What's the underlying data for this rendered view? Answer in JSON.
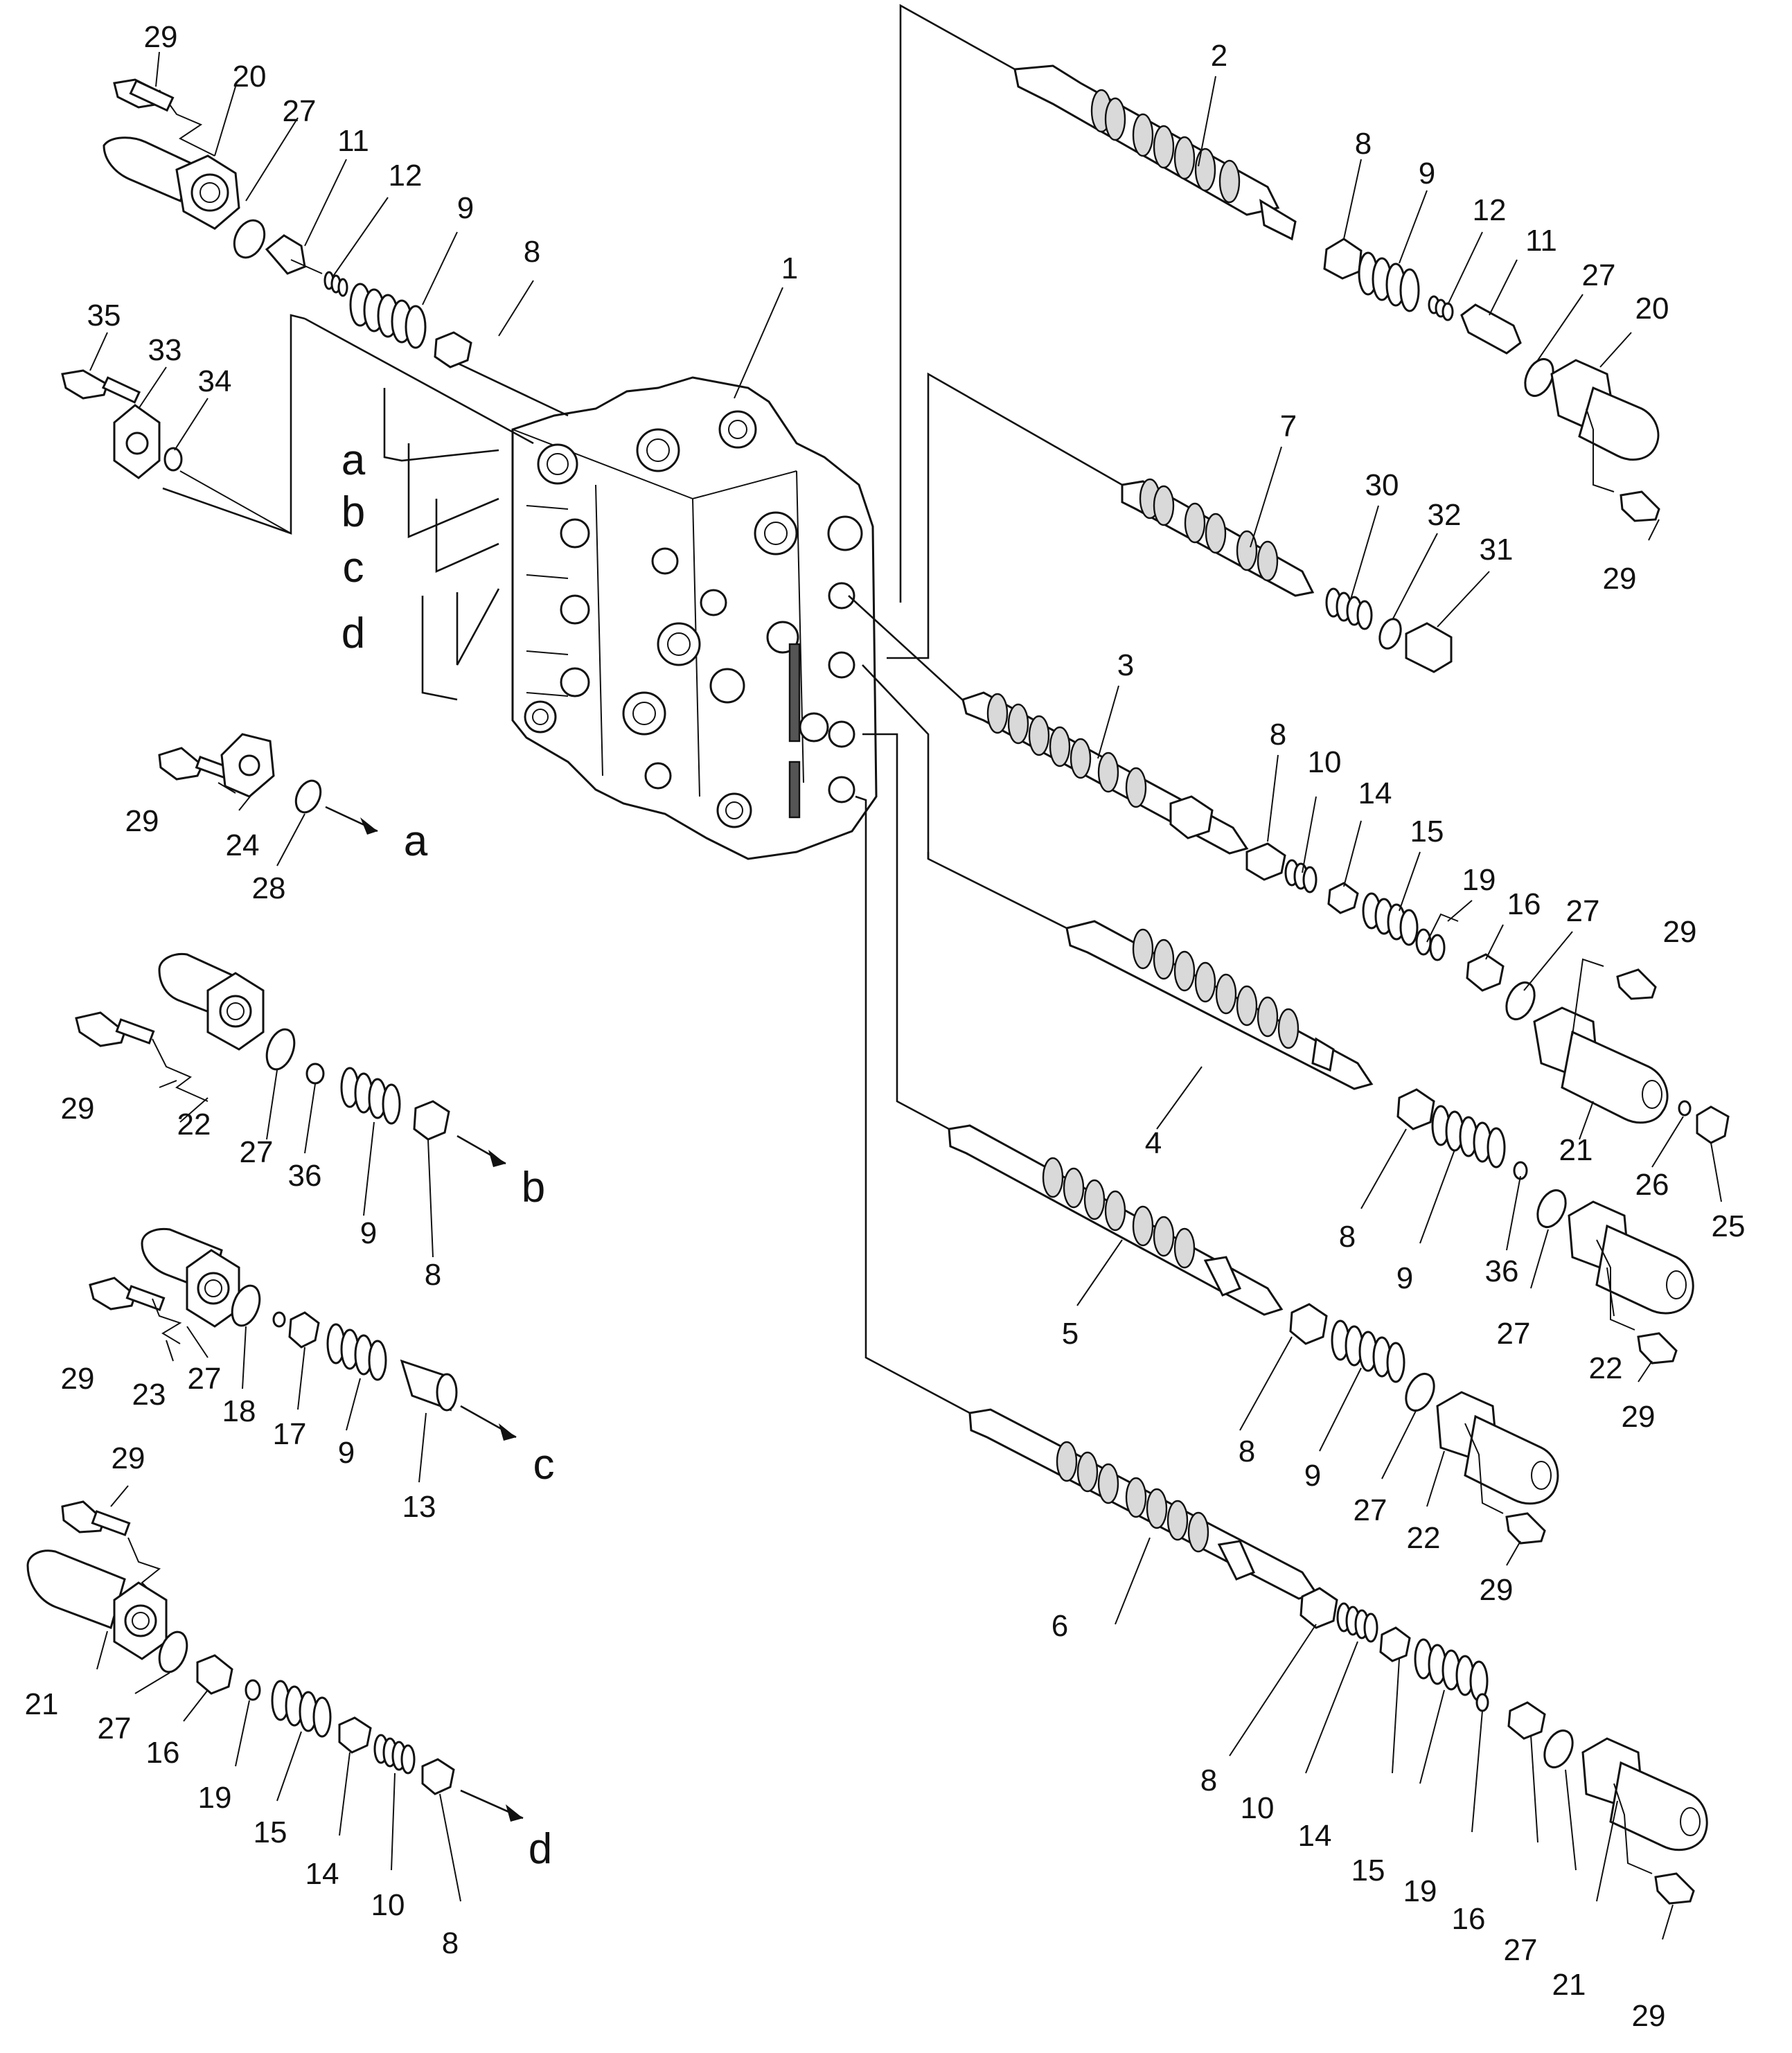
{
  "figure": {
    "ports": [
      "a",
      "b",
      "c",
      "d"
    ],
    "callouts": [
      {
        "text": "29"
      },
      {
        "text": "20"
      },
      {
        "text": "27"
      },
      {
        "text": "11"
      },
      {
        "text": "12"
      },
      {
        "text": "9"
      },
      {
        "text": "8"
      },
      {
        "text": "1"
      },
      {
        "text": "35"
      },
      {
        "text": "33"
      },
      {
        "text": "34"
      },
      {
        "text": "2"
      },
      {
        "text": "8"
      },
      {
        "text": "9"
      },
      {
        "text": "12"
      },
      {
        "text": "11"
      },
      {
        "text": "27"
      },
      {
        "text": "20"
      },
      {
        "text": "29"
      },
      {
        "text": "7"
      },
      {
        "text": "30"
      },
      {
        "text": "32"
      },
      {
        "text": "31"
      },
      {
        "text": "3"
      },
      {
        "text": "8"
      },
      {
        "text": "10"
      },
      {
        "text": "14"
      },
      {
        "text": "15"
      },
      {
        "text": "19"
      },
      {
        "text": "16"
      },
      {
        "text": "27"
      },
      {
        "text": "29"
      },
      {
        "text": "4"
      },
      {
        "text": "21"
      },
      {
        "text": "26"
      },
      {
        "text": "25"
      },
      {
        "text": "29"
      },
      {
        "text": "24"
      },
      {
        "text": "28"
      },
      {
        "text": "29"
      },
      {
        "text": "22"
      },
      {
        "text": "27"
      },
      {
        "text": "36"
      },
      {
        "text": "9"
      },
      {
        "text": "8"
      },
      {
        "text": "8"
      },
      {
        "text": "9"
      },
      {
        "text": "36"
      },
      {
        "text": "27"
      },
      {
        "text": "22"
      },
      {
        "text": "29"
      },
      {
        "text": "5"
      },
      {
        "text": "8"
      },
      {
        "text": "9"
      },
      {
        "text": "27"
      },
      {
        "text": "22"
      },
      {
        "text": "29"
      },
      {
        "text": "29"
      },
      {
        "text": "23"
      },
      {
        "text": "27"
      },
      {
        "text": "18"
      },
      {
        "text": "17"
      },
      {
        "text": "9"
      },
      {
        "text": "13"
      },
      {
        "text": "29"
      },
      {
        "text": "6"
      },
      {
        "text": "21"
      },
      {
        "text": "27"
      },
      {
        "text": "16"
      },
      {
        "text": "19"
      },
      {
        "text": "15"
      },
      {
        "text": "14"
      },
      {
        "text": "10"
      },
      {
        "text": "8"
      },
      {
        "text": "8"
      },
      {
        "text": "10"
      },
      {
        "text": "14"
      },
      {
        "text": "15"
      },
      {
        "text": "19"
      },
      {
        "text": "16"
      },
      {
        "text": "27"
      },
      {
        "text": "21"
      },
      {
        "text": "29"
      }
    ]
  }
}
